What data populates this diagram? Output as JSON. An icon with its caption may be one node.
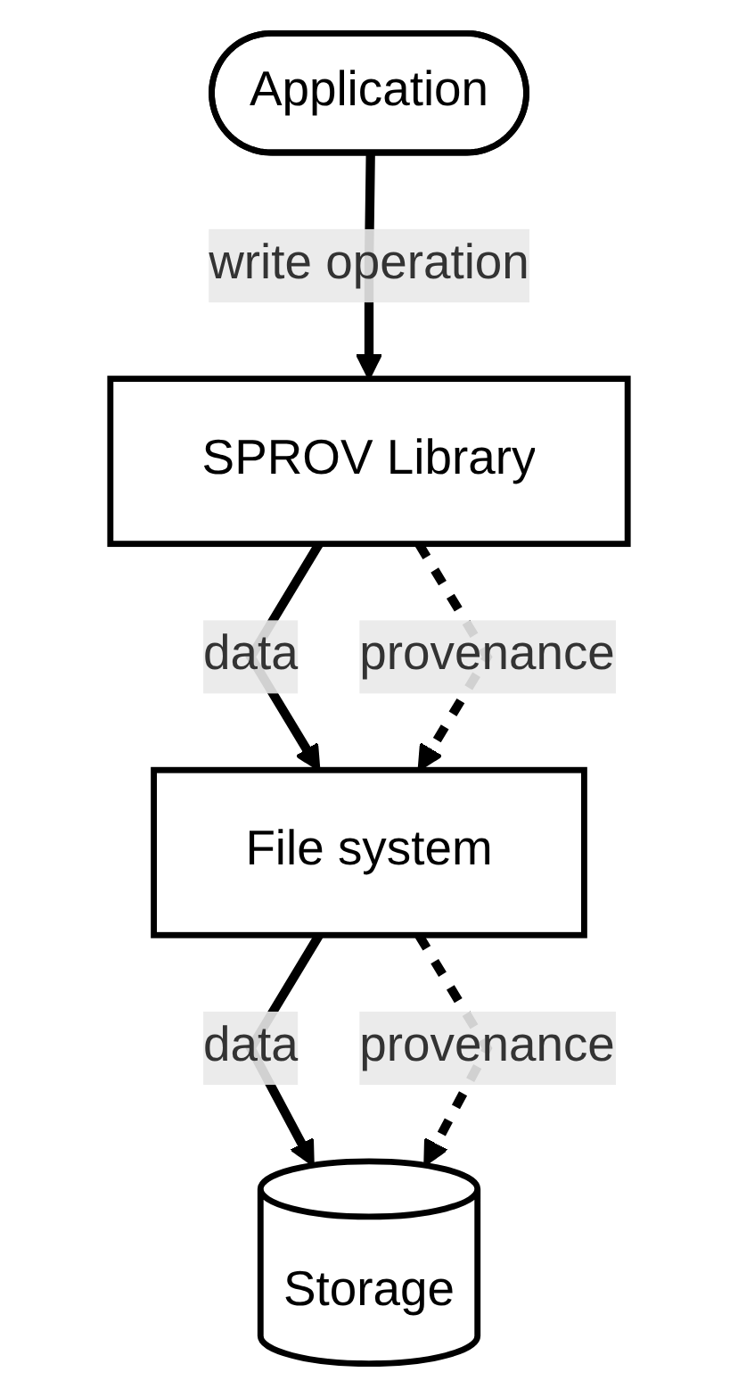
{
  "diagram": {
    "nodes": [
      {
        "text": [
          "Application"
        ]
      },
      {
        "text": [
          "SPROV Library"
        ]
      },
      {
        "text": [
          "File system"
        ]
      },
      {
        "text": [
          "Storage"
        ]
      }
    ],
    "edges": [
      {
        "from": 0,
        "to": 1,
        "arrow": "to",
        "label": "write operation"
      },
      {
        "from": 1,
        "to": 2,
        "arrow": "to",
        "label": "data"
      },
      {
        "from": 1,
        "to": 2,
        "arrow": "to",
        "label": "provenance",
        "style": "dashed"
      },
      {
        "from": 2,
        "to": 3,
        "arrow": "to",
        "label": "data"
      },
      {
        "from": 2,
        "to": 3,
        "arrow": "to",
        "label": "provenance",
        "style": "dashed"
      }
    ]
  }
}
